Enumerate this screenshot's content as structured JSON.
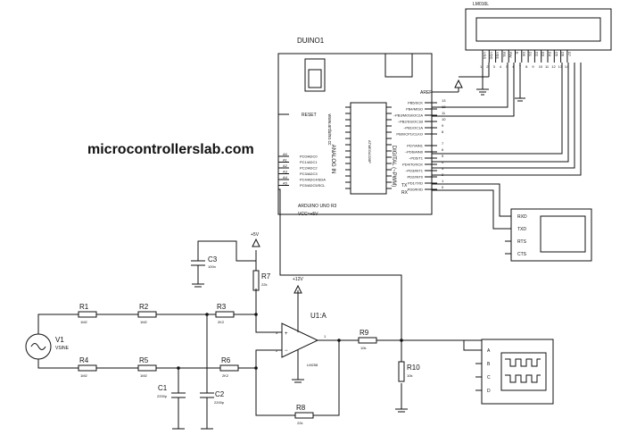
{
  "watermark": "microcontrollerslab.com",
  "arduino": {
    "name": "DUINO1",
    "model": "ARDUINO UNO R3",
    "supply": "VCC=+5V",
    "reset": "RESET",
    "aref": "AREF",
    "analog_title": "ANALOG IN",
    "digital_title": "DIGITAL (~PWM)",
    "site": "www.arduino.cc",
    "left_pins": [
      {
        "num": "A0",
        "label": "PC0/ADC0"
      },
      {
        "num": "A1",
        "label": "PC1/ADC1"
      },
      {
        "num": "A2",
        "label": "PC2/ADC2"
      },
      {
        "num": "A3",
        "label": "PC3/ADC3"
      },
      {
        "num": "A4",
        "label": "PC4/ADC4/SDA"
      },
      {
        "num": "A5",
        "label": "PC5/ADC5/SCL"
      }
    ],
    "right_pins": [
      {
        "num": "13",
        "label": "PB5/SCK"
      },
      {
        "num": "12",
        "label": "PB4/MISO"
      },
      {
        "num": "11",
        "label": "~PB3/MOSI/OC2A"
      },
      {
        "num": "10",
        "label": "~PB2/SS/OC1B"
      },
      {
        "num": "9",
        "label": "~PB1/OC1A"
      },
      {
        "num": "8",
        "label": "PB0/ICP1/CLKO"
      },
      {
        "num": "7",
        "label": "PD7/AIN1"
      },
      {
        "num": "6",
        "label": "~PD6/AIN0"
      },
      {
        "num": "5",
        "label": "~PD5/T1"
      },
      {
        "num": "4",
        "label": "PD4/T0/XCK"
      },
      {
        "num": "3",
        "label": "~PD3/INT1"
      },
      {
        "num": "2",
        "label": "PD2/INT0"
      },
      {
        "num": "1",
        "label": "PD1/TXD"
      },
      {
        "num": "0",
        "label": "PD0/RXD"
      }
    ],
    "tx": "TX",
    "rx": "RX",
    "chip_label": "ATMEGA328P"
  },
  "lcd": {
    "name": "LM016L",
    "pins": [
      "VSS",
      "VDD",
      "VEE",
      "RS",
      "RW",
      "E",
      "D0",
      "D1",
      "D2",
      "D3",
      "D4",
      "D5",
      "D6",
      "D7"
    ],
    "pin_numbers": [
      "1",
      "2",
      "3",
      "4",
      "5",
      "6",
      "7",
      "8",
      "9",
      "10",
      "11",
      "12",
      "13",
      "14"
    ]
  },
  "terminal": {
    "pins": [
      "RXD",
      "TXD",
      "RTS",
      "CTS"
    ]
  },
  "scope": {
    "pins": [
      "A",
      "B",
      "C",
      "D"
    ]
  },
  "components": {
    "v1": {
      "ref": "V1",
      "type": "VSINE"
    },
    "r1": {
      "ref": "R1",
      "value": "1M2"
    },
    "r2": {
      "ref": "R2",
      "value": "1M2"
    },
    "r3": {
      "ref": "R3",
      "value": "2K2"
    },
    "r4": {
      "ref": "R4",
      "value": "1M2"
    },
    "r5": {
      "ref": "R5",
      "value": "1M2"
    },
    "r6": {
      "ref": "R6",
      "value": "2K2"
    },
    "r7": {
      "ref": "R7",
      "value": "22k"
    },
    "r8": {
      "ref": "R8",
      "value": "22k"
    },
    "r9": {
      "ref": "R9",
      "value": "10k"
    },
    "r10": {
      "ref": "R10",
      "value": "10k"
    },
    "c1": {
      "ref": "C1",
      "value": "2200p"
    },
    "c2": {
      "ref": "C2",
      "value": "2200p"
    },
    "c3": {
      "ref": "C3",
      "value": "100n"
    },
    "u1": {
      "ref": "U1:A",
      "part": "LM258"
    }
  },
  "rails": {
    "plus5": "+5V",
    "plus12": "+12V"
  },
  "opamp_pins": {
    "inv": "2",
    "noninv": "3",
    "out": "1"
  }
}
